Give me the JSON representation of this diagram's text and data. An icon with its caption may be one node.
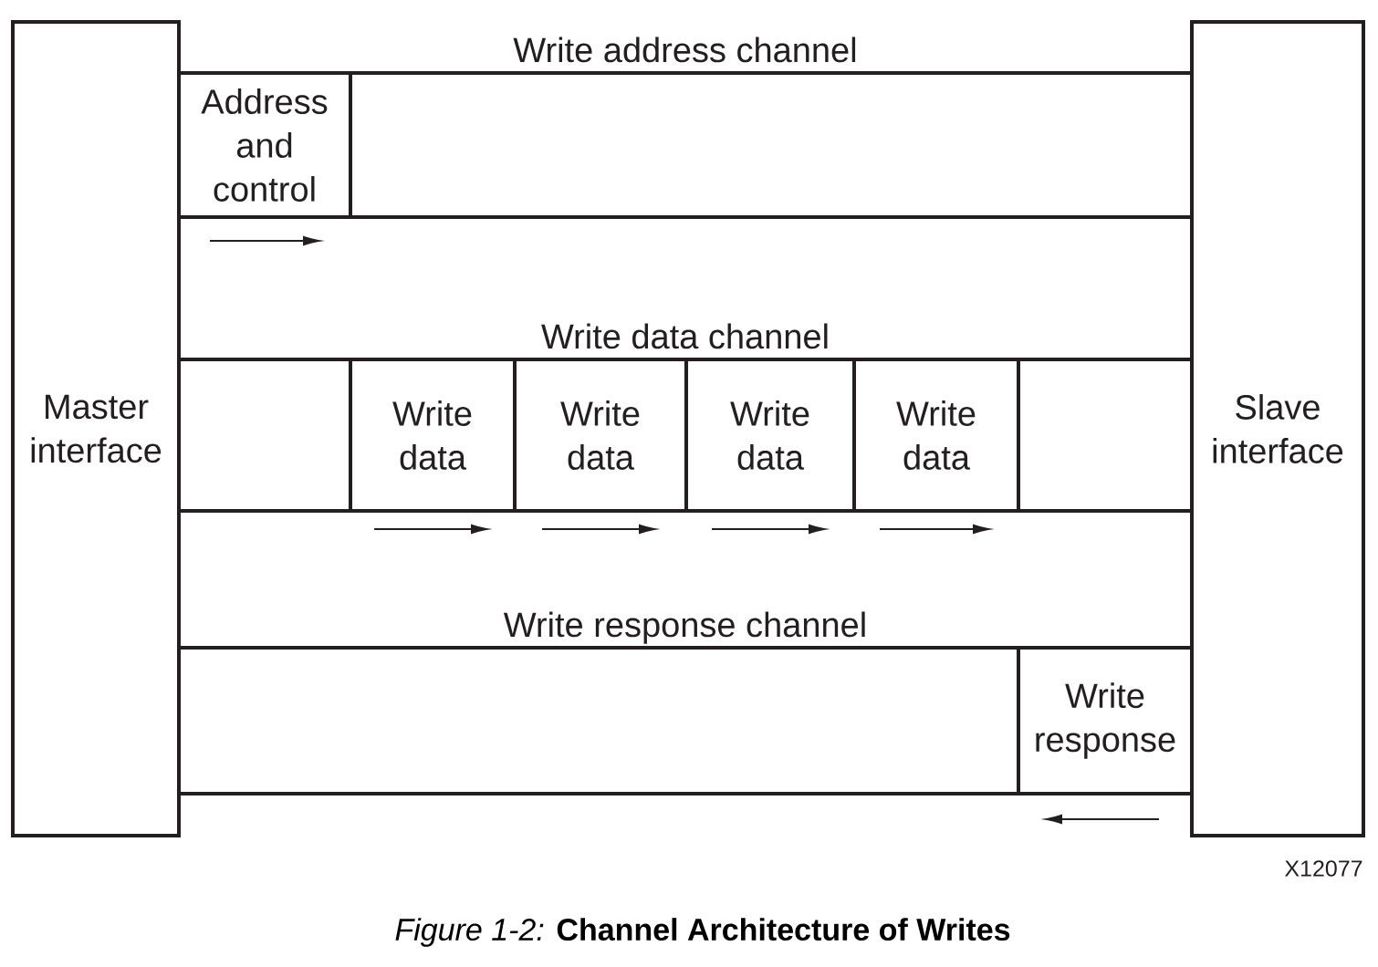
{
  "diagram": {
    "caption": "*Figure 1-2:* **Channel Architecture of Writes**",
    "nodes": [
      {
        "text": [
          "Master interface"
        ]
      },
      {
        "text": [
          "Write address channel"
        ]
      },
      {
        "text": [
          "Address and control"
        ],
        "in": 1
      },
      {
        "text": [
          "Write data channel"
        ]
      },
      {
        "text": [
          "Write data"
        ],
        "in": 3
      },
      {
        "text": [
          "Write data"
        ],
        "in": 3
      },
      {
        "text": [
          "Write data"
        ],
        "in": 3
      },
      {
        "text": [
          "Write data"
        ],
        "in": 3
      },
      {
        "text": [
          "Write response channel"
        ]
      },
      {
        "text": [
          "Write response"
        ],
        "in": 8
      },
      {
        "text": [
          "Slave interface"
        ]
      }
    ],
    "labels": [
      "X12077"
    ]
  }
}
